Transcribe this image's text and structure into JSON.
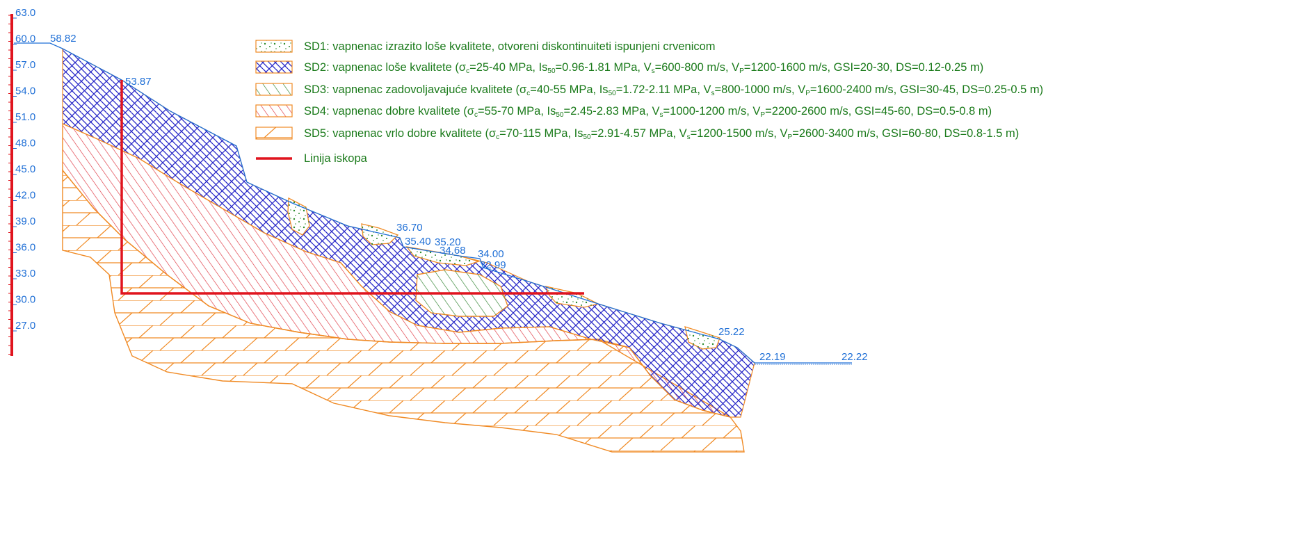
{
  "colors": {
    "blue": "#1f6fd6",
    "red": "#e0141e",
    "orange": "#f08a24",
    "green": "#1a7a1a",
    "sd1_dots": "#2a8a2a",
    "sd3_hatch": "#3a8a3a",
    "sd4_hatch": "#e0404a",
    "sd2_hatch": "#2828c8"
  },
  "scale": {
    "labels": [
      "63.0",
      "60.0",
      "57.0",
      "54.0",
      "51.0",
      "48.0",
      "45.0",
      "42.0",
      "39.0",
      "36.0",
      "33.0",
      "30.0",
      "27.0"
    ]
  },
  "elevations": {
    "e1": "58.82",
    "e2": "53.87",
    "e3": "36.70",
    "e4": "35.40",
    "e5": "35.20",
    "e6": "34.68",
    "e7": "34.00",
    "e8": "32.99",
    "e9": "25.22",
    "e10": "22.19",
    "e11": "22.22"
  },
  "legend": {
    "items": [
      {
        "id": "sd1",
        "pattern": "dots",
        "text": "SD1: vapnenac izrazito loše kvalitete, otvoreni diskontinuiteti ispunjeni crvenicom"
      },
      {
        "id": "sd2",
        "pattern": "crosshatch",
        "text_parts": [
          "SD2: vapnenac loše kvalitete (σ",
          "c",
          "=25-40 MPa, Is",
          "50",
          "=0.96-1.81 MPa, V",
          "s",
          "=600-800 m/s, V",
          "P",
          "=1200-1600 m/s, GSI=20-30, DS=0.12-0.25 m)"
        ]
      },
      {
        "id": "sd3",
        "pattern": "diag-green",
        "text_parts": [
          "SD3: vapnenac zadovoljavajuće kvalitete (σ",
          "c",
          "=40-55 MPa, Is",
          "50",
          "=1.72-2.11 MPa, V",
          "s",
          "=800-1000 m/s, V",
          "P",
          "=1600-2400 m/s, GSI=30-45, DS=0.25-0.5 m)"
        ]
      },
      {
        "id": "sd4",
        "pattern": "diag-red",
        "text_parts": [
          "SD4: vapnenac dobre kvalitete (σ",
          "c",
          "=55-70 MPa, Is",
          "50",
          "=2.45-2.83 MPa, V",
          "s",
          "=1000-1200 m/s, V",
          "P",
          "=2200-2600 m/s, GSI=45-60, DS=0.5-0.8 m)"
        ]
      },
      {
        "id": "sd5",
        "pattern": "brick",
        "text_parts": [
          "SD5: vapnenac vrlo dobre kvalitete (σ",
          "c",
          "=70-115 MPa, Is",
          "50",
          "=2.91-4.57 MPa, V",
          "s",
          "=1200-1500 m/s, V",
          "P",
          "=2600-3400 m/s, GSI=60-80, DS=0.8-1.5 m)"
        ]
      },
      {
        "id": "line",
        "pattern": "red-line",
        "text": "Linija iskopa"
      }
    ]
  }
}
